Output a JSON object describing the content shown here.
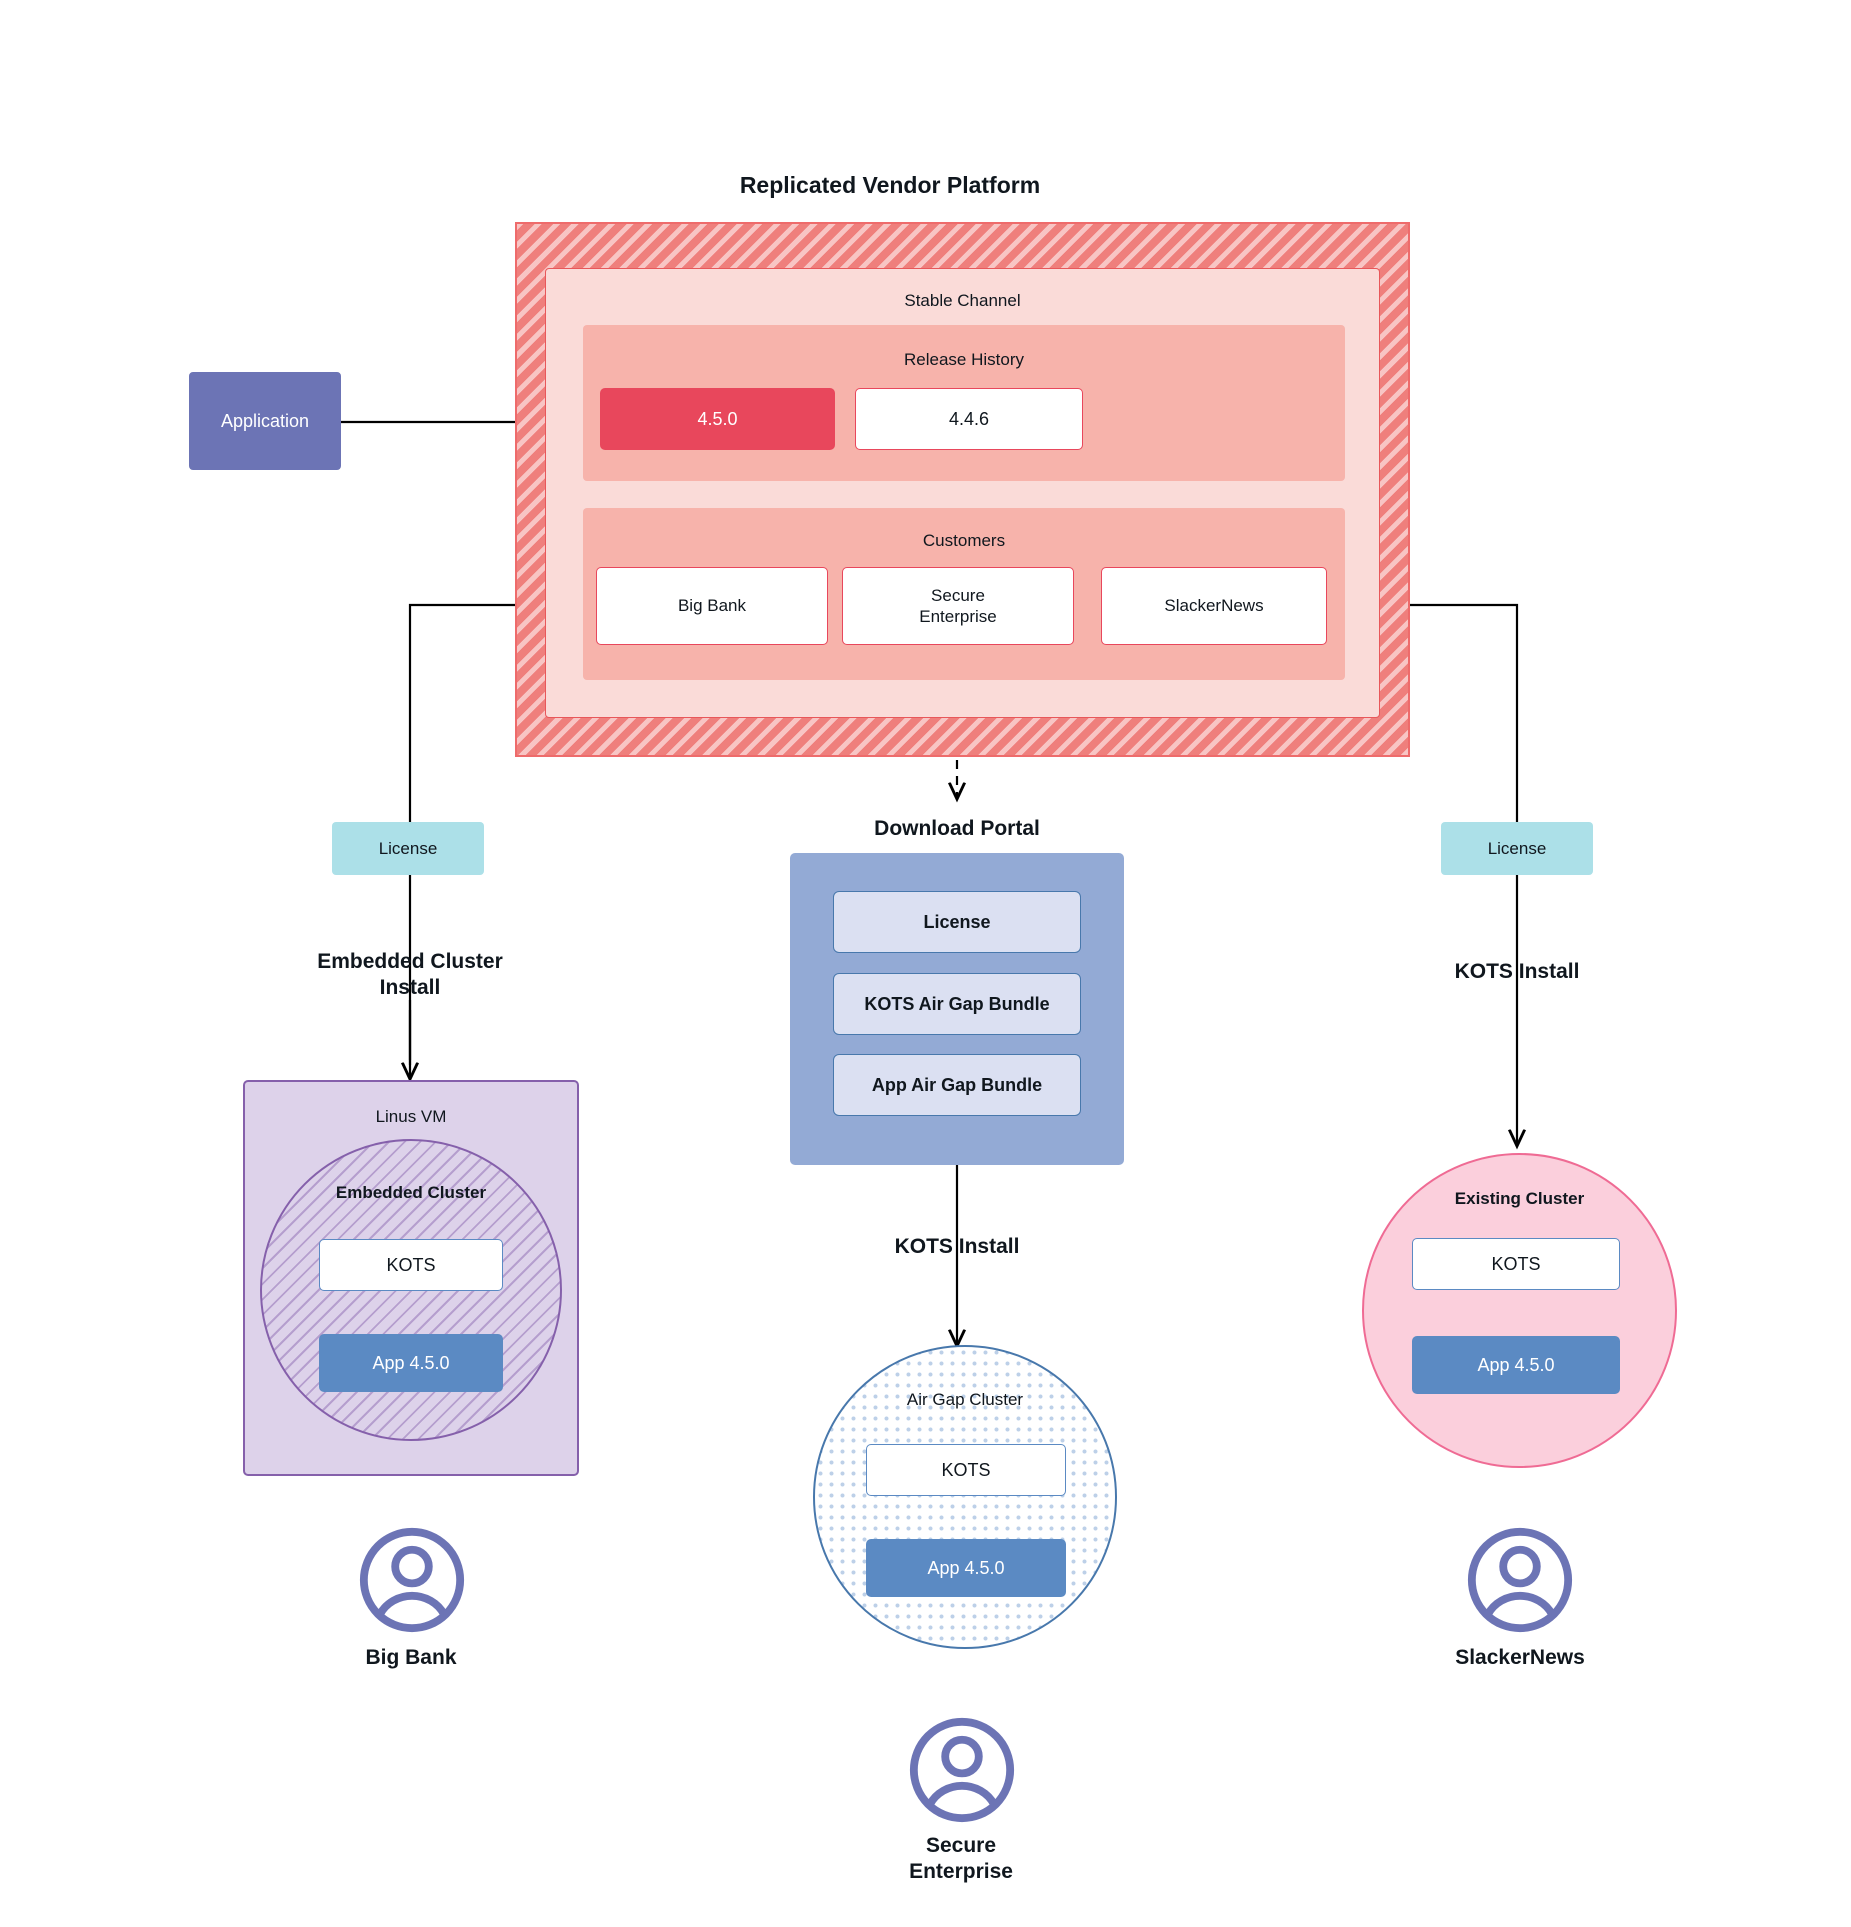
{
  "diagram": {
    "vendor_platform": {
      "title": "Replicated Vendor Platform",
      "channel": {
        "title": "Stable Channel",
        "release_history": {
          "title": "Release History",
          "releases": [
            {
              "version": "4.5.0",
              "state": "current"
            },
            {
              "version": "4.4.6",
              "state": "previous"
            }
          ]
        },
        "customers": {
          "title": "Customers",
          "items": [
            {
              "name": "Big Bank"
            },
            {
              "name": "Secure\nEnterprise"
            },
            {
              "name": "SlackerNews"
            }
          ]
        }
      }
    },
    "application": {
      "label": "Application"
    },
    "left_branch": {
      "license_label": "License",
      "install_label": "Embedded Cluster\nInstall",
      "vm": {
        "title": "Linus VM",
        "cluster_title": "Embedded Cluster",
        "kots_label": "KOTS",
        "app_label": "App 4.5.0"
      },
      "customer_name": "Big Bank",
      "avatar_icon": "user-avatar-icon"
    },
    "center_branch": {
      "portal_title": "Download  Portal",
      "portal_items": [
        {
          "label": "License"
        },
        {
          "label": "KOTS Air Gap Bundle"
        },
        {
          "label": "App Air Gap Bundle"
        }
      ],
      "install_label": "KOTS Install",
      "cluster": {
        "title": "Air Gap Cluster",
        "kots_label": "KOTS",
        "app_label": "App 4.5.0"
      },
      "customer_name": "Secure\nEnterprise",
      "avatar_icon": "user-avatar-icon"
    },
    "right_branch": {
      "license_label": "License",
      "install_label": "KOTS Install",
      "cluster": {
        "title": "Existing Cluster",
        "kots_label": "KOTS",
        "app_label": "App 4.5.0"
      },
      "customer_name": "SlackerNews",
      "avatar_icon": "user-avatar-icon"
    },
    "colors": {
      "vendor_hatch": "#ef7f7c",
      "channel_bg": "#fadbd8",
      "section_bg": "#f7b3ab",
      "release_current": "#e8475c",
      "application": "#6c74b5",
      "license": "#ace0e8",
      "vm": "#ddd2ea",
      "vm_border": "#8560ab",
      "portal": "#93aad5",
      "portal_item": "#dbe0f2",
      "app_chip": "#5b8ac3",
      "existing_cluster": "#fbcfdc",
      "existing_cluster_border": "#ef6b94",
      "avatar": "#6c74b5"
    }
  }
}
